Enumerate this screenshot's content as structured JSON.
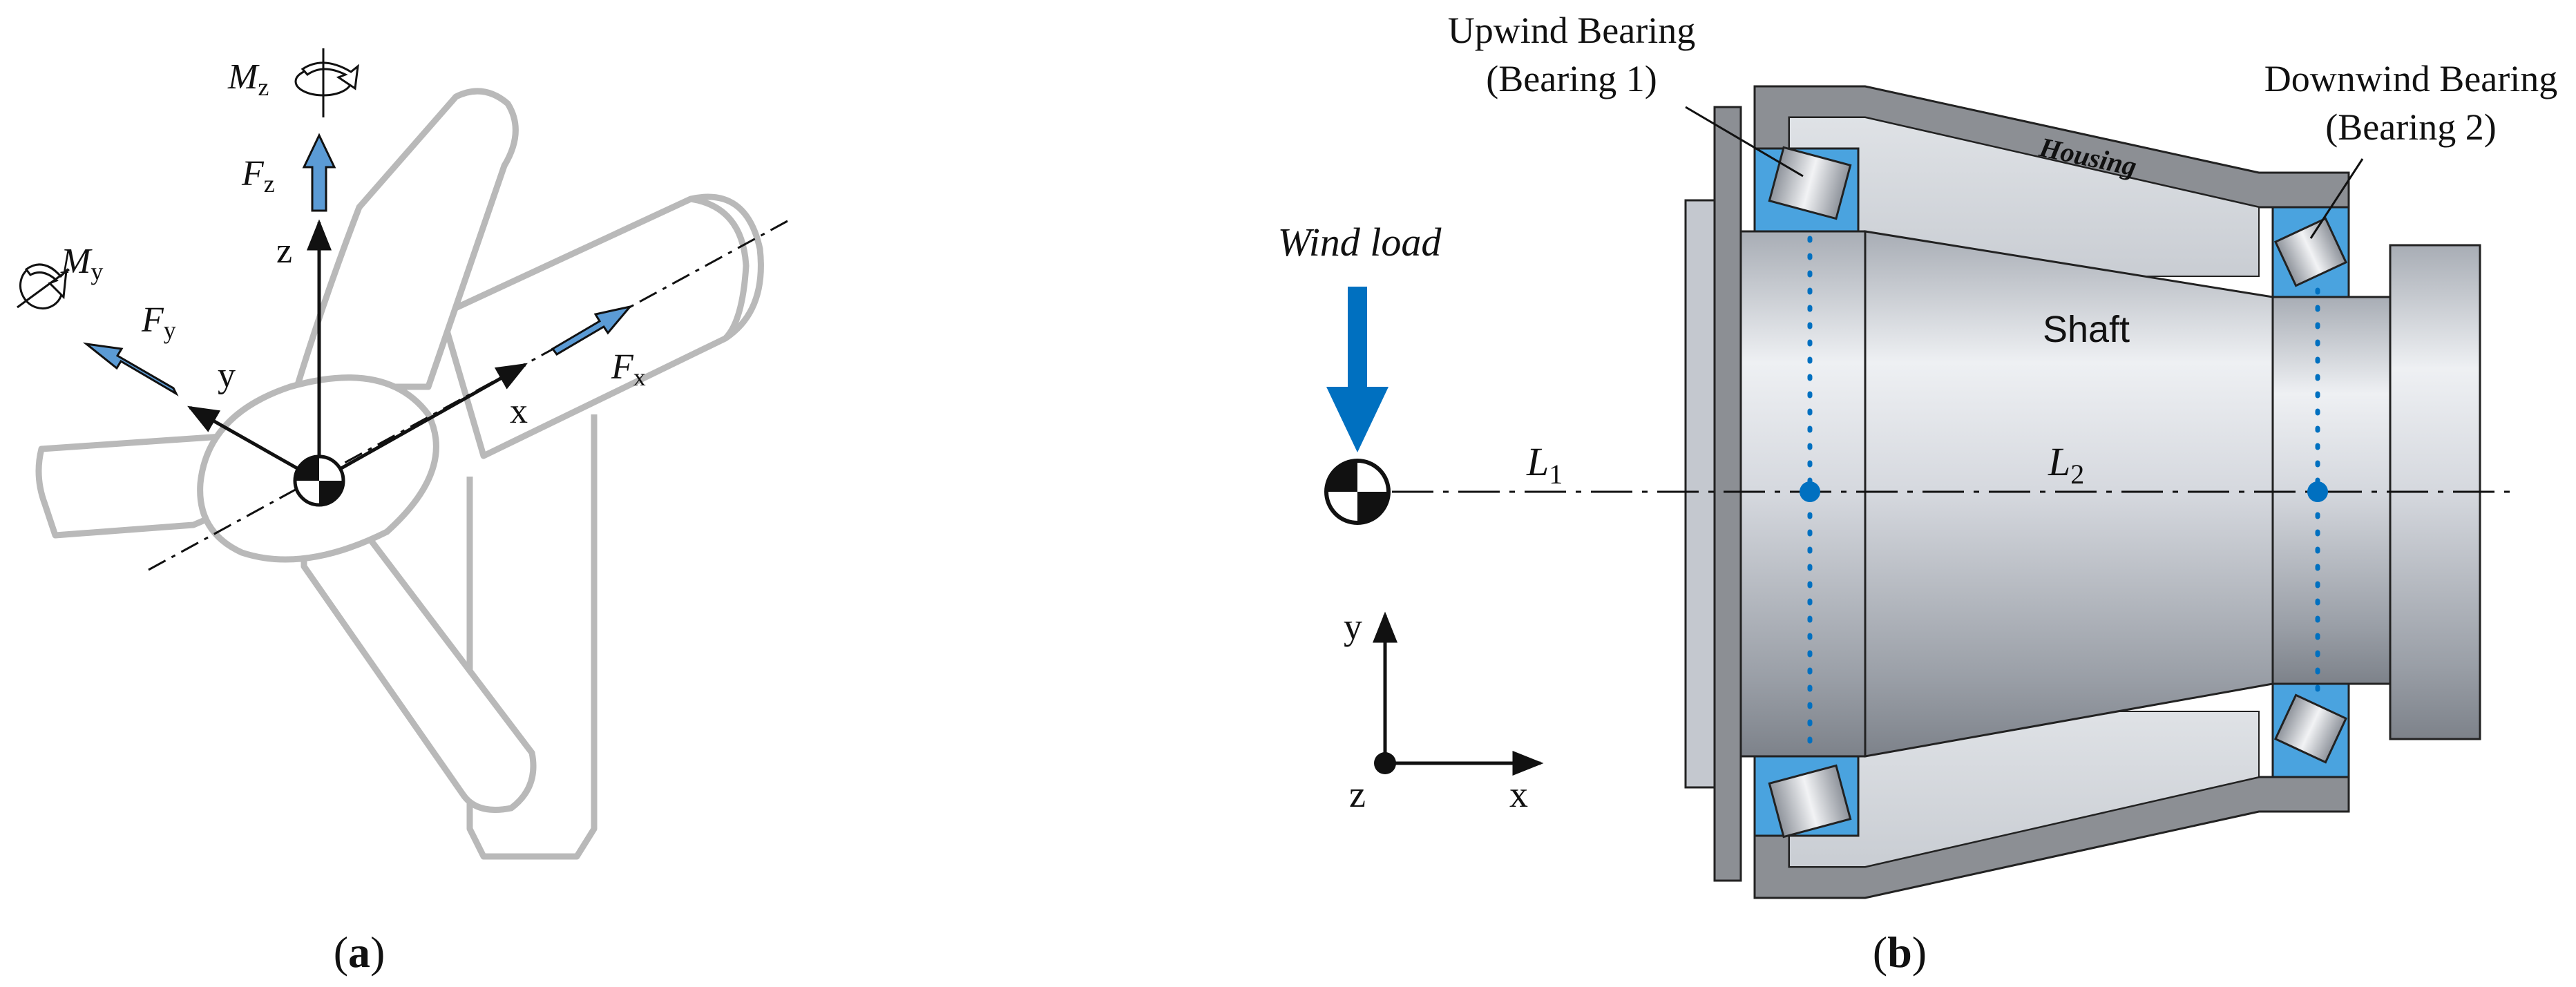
{
  "colors": {
    "blade_outline": "#b9b9b9",
    "arrow_blue": "#5b9bd5",
    "arrow_blue_dark": "#0070c0",
    "bearing_blue": "#4aa3df",
    "housing_gray": "#8c8f94",
    "housing_dark": "#505257",
    "shaft_light": "#e9ebef",
    "shaft_mid": "#c4c8cf",
    "shaft_dark": "#8e939b"
  },
  "panel_a": {
    "label_open": "(",
    "label_letter": "a",
    "label_close": ")",
    "moment_z": {
      "symbol": "M",
      "subscript": "z"
    },
    "moment_y": {
      "symbol": "M",
      "subscript": "y"
    },
    "force_z": {
      "symbol": "F",
      "subscript": "z"
    },
    "force_y": {
      "symbol": "F",
      "subscript": "y"
    },
    "force_x": {
      "symbol": "F",
      "subscript": "x"
    },
    "axis_z": "z",
    "axis_y": "y",
    "axis_x": "x"
  },
  "panel_b": {
    "label_open": "(",
    "label_letter": "b",
    "label_close": ")",
    "upwind_line1": "Upwind Bearing",
    "upwind_line2": "(Bearing 1)",
    "downwind_line1": "Downwind Bearing",
    "downwind_line2": "(Bearing 2)",
    "housing": "Housing",
    "shaft": "Shaft",
    "wind_load": "Wind load",
    "l1": {
      "symbol": "L",
      "subscript": "1"
    },
    "l2": {
      "symbol": "L",
      "subscript": "2"
    },
    "axis_y": "y",
    "axis_z": "z",
    "axis_x": "x"
  }
}
